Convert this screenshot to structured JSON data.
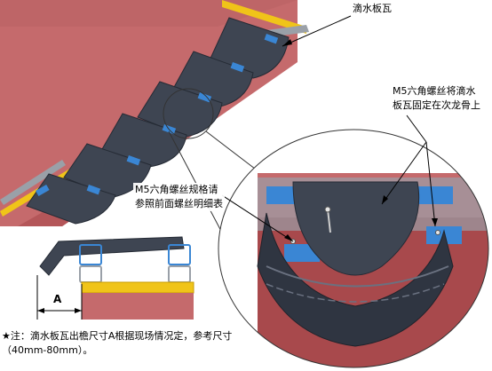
{
  "labels": {
    "drip_tile": "滴水板瓦",
    "bolt_fix_line1": "M5六角螺丝将滴水",
    "bolt_fix_line2": "板瓦固定在次龙骨上",
    "bolt_spec_line1": "M5六角螺丝规格请",
    "bolt_spec_line2": "参照前面螺丝明细表",
    "dimension_a": "A"
  },
  "note": {
    "line1": "★注：滴水板瓦出檐尺寸A根据现场情况定，参考尺寸",
    "line2": "（40mm-80mm）。"
  },
  "colors": {
    "wall": "#c56a6c",
    "wall_dark": "#a8494c",
    "tile": "#3e4552",
    "tile_dark": "#252b35",
    "batten_blue": "#3a86d4",
    "rail_yellow": "#f0c419",
    "rail_grey": "#9aa0a8"
  }
}
